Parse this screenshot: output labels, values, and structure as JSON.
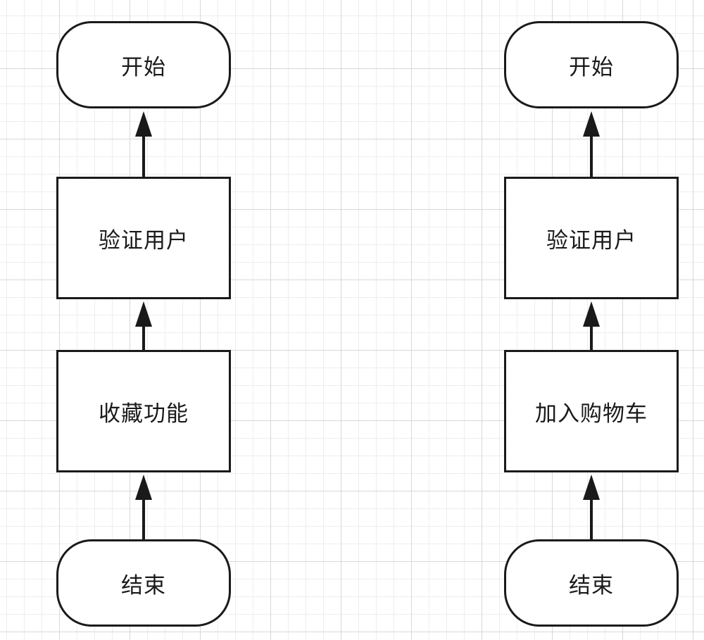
{
  "diagram": {
    "stroke_color": "#1a1a1a",
    "left_flow": {
      "start": "开始",
      "verify": "验证用户",
      "action": "收藏功能",
      "end": "结束"
    },
    "right_flow": {
      "start": "开始",
      "verify": "验证用户",
      "action": "加入购物车",
      "end": "结束"
    }
  }
}
